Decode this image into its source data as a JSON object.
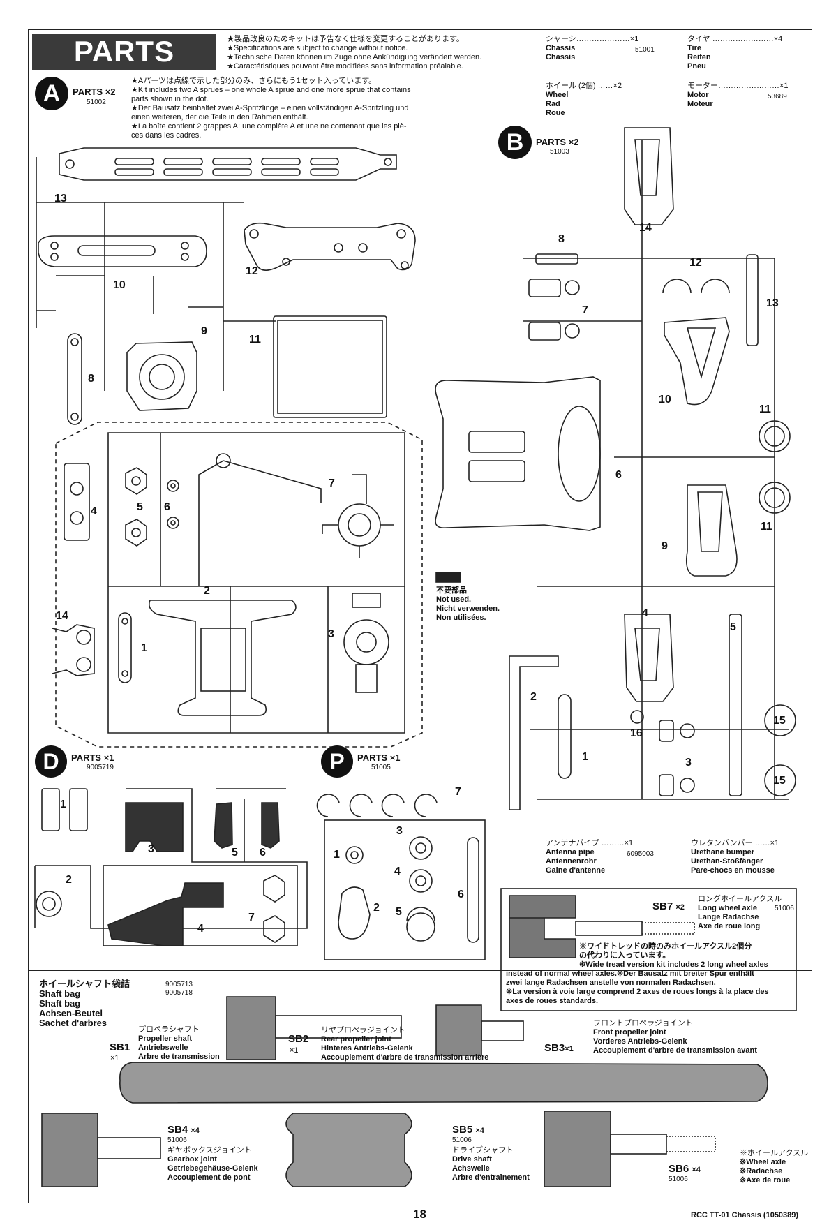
{
  "header": {
    "title": "PARTS",
    "notices": [
      "★製品改良のためキットは予告なく仕様を変更することがあります。",
      "★Specifications are subject to change without notice.",
      "★Technische Daten können im Zuge ohne Ankündigung verändert werden.",
      "★Caractéristiques pouvant être modifiées sans information préalable."
    ]
  },
  "kit_list": {
    "chassis": {
      "jp": "シャーシ…………………×1",
      "en": "Chassis",
      "de": "Chassis",
      "no": "51001"
    },
    "wheel": {
      "jp": "ホイール (2個) ……×2",
      "en": "Wheel",
      "de": "Rad",
      "fr": "Roue"
    },
    "tire": {
      "jp": "タイヤ ……………………×4",
      "en": "Tire",
      "de": "Reifen",
      "fr": "Pneu"
    },
    "motor": {
      "jp": "モーター……………………×1",
      "en": "Motor",
      "de": "Moteur",
      "no": "53689"
    }
  },
  "sprue_a": {
    "letter": "A",
    "label": "PARTS ×2",
    "no": "51002",
    "note": [
      "★Aパーツは点線で示した部分のみ、さらにもう1セット入っています。",
      "★Kit includes two A sprues – one whole A sprue and one more sprue that contains",
      "parts shown in the dot.",
      "★Der Bausatz beinhaltet zwei A-Spritzlinge – einen vollständigen A-Spritzling und",
      "einen weiteren, der die Teile in den Rahmen enthält.",
      "★La boîte contient 2 grappes A: une complète A et une ne contenant que les piè-",
      "ces dans les cadres."
    ],
    "parts": [
      "13",
      "10",
      "12",
      "9",
      "11",
      "8",
      "4",
      "5",
      "6",
      "7",
      "2",
      "14",
      "1",
      "3"
    ]
  },
  "sprue_b": {
    "letter": "B",
    "label": "PARTS ×2",
    "no": "51003",
    "parts": [
      "14",
      "8",
      "12",
      "7",
      "13",
      "10",
      "11",
      "6",
      "11",
      "9",
      "4",
      "5",
      "2",
      "16",
      "15",
      "1",
      "3",
      "15"
    ]
  },
  "sprue_d": {
    "letter": "D",
    "label": "PARTS ×1",
    "no": "9005719",
    "parts": [
      "1",
      "3",
      "5",
      "6",
      "2",
      "4",
      "7"
    ]
  },
  "sprue_p": {
    "letter": "P",
    "label": "PARTS ×1",
    "no": "51005",
    "parts": [
      "7",
      "3",
      "1",
      "4",
      "2",
      "5",
      "6"
    ]
  },
  "not_used": {
    "jp": "不要部品",
    "en": "Not used.",
    "de": "Nicht verwenden.",
    "fr": "Non utilisées."
  },
  "antenna": {
    "jp": "アンテナパイプ ………×1",
    "en": "Antenna pipe",
    "de": "Antennenrohr",
    "fr": "Gaine d'antenne",
    "no": "6095003"
  },
  "bumper": {
    "jp": "ウレタンバンパー ……×1",
    "en": "Urethane bumper",
    "de": "Urethan-Stoßfänger",
    "fr": "Pare-chocs en mousse"
  },
  "sb7": {
    "code": "SB7",
    "qty": "×2",
    "jp": "ロングホイールアクスル",
    "en": "Long wheel axle",
    "de": "Lange Radachse",
    "fr": "Axe de roue long",
    "no": "51006",
    "note": [
      "※ワイドトレッドの時のみホイールアクスル2個分",
      "の代わりに入っています。",
      "※Wide tread version kit includes 2 long wheel axles",
      "instead of normal wheel axles.※Der Bausatz mit breiter Spur enthält",
      "zwei lange Radachsen anstelle von normalen Radachsen.",
      "※La version à voie large comprend 2 axes de roues longs à la place des",
      "axes de roues standards."
    ]
  },
  "shaft_bag": {
    "jp": "ホイールシャフト袋詰",
    "en": "Shaft bag",
    "en2": "Shaft bag",
    "de": "Achsen-Beutel",
    "fr": "Sachet d'arbres",
    "no1": "9005713",
    "no2": "9005718"
  },
  "sb1": {
    "code": "SB1",
    "qty": "×1",
    "jp": "プロペラシャフト",
    "en": "Propeller shaft",
    "de": "Antriebswelle",
    "fr": "Arbre de transmission"
  },
  "sb2": {
    "code": "SB2",
    "qty": "×1",
    "jp": "リヤプロペラジョイント",
    "en": "Rear propeller joint",
    "de": "Hinteres Antriebs-Gelenk",
    "fr": "Accouplement d'arbre de transmission arrière"
  },
  "sb3": {
    "code": "SB3",
    "qty": "×1",
    "jp": "フロントプロペラジョイント",
    "en": "Front propeller joint",
    "de": "Vorderes Antriebs-Gelenk",
    "fr": "Accouplement d'arbre de transmission avant"
  },
  "sb4": {
    "code": "SB4",
    "qty": "×4",
    "no": "51006",
    "jp": "ギヤボックスジョイント",
    "en": "Gearbox joint",
    "de": "Getriebegehäuse-Gelenk",
    "fr": "Accouplement de pont"
  },
  "sb5": {
    "code": "SB5",
    "qty": "×4",
    "no": "51006",
    "jp": "ドライブシャフト",
    "en": "Drive shaft",
    "de": "Achswelle",
    "fr": "Arbre d'entraînement"
  },
  "sb6": {
    "code": "SB6",
    "qty": "×4",
    "no": "51006",
    "jp": "※ホイールアクスル",
    "en": "※Wheel axle",
    "de": "※Radachse",
    "fr": "※Axe de roue"
  },
  "footer": {
    "page": "18",
    "ref": "RCC TT-01 Chassis (1050389)"
  }
}
